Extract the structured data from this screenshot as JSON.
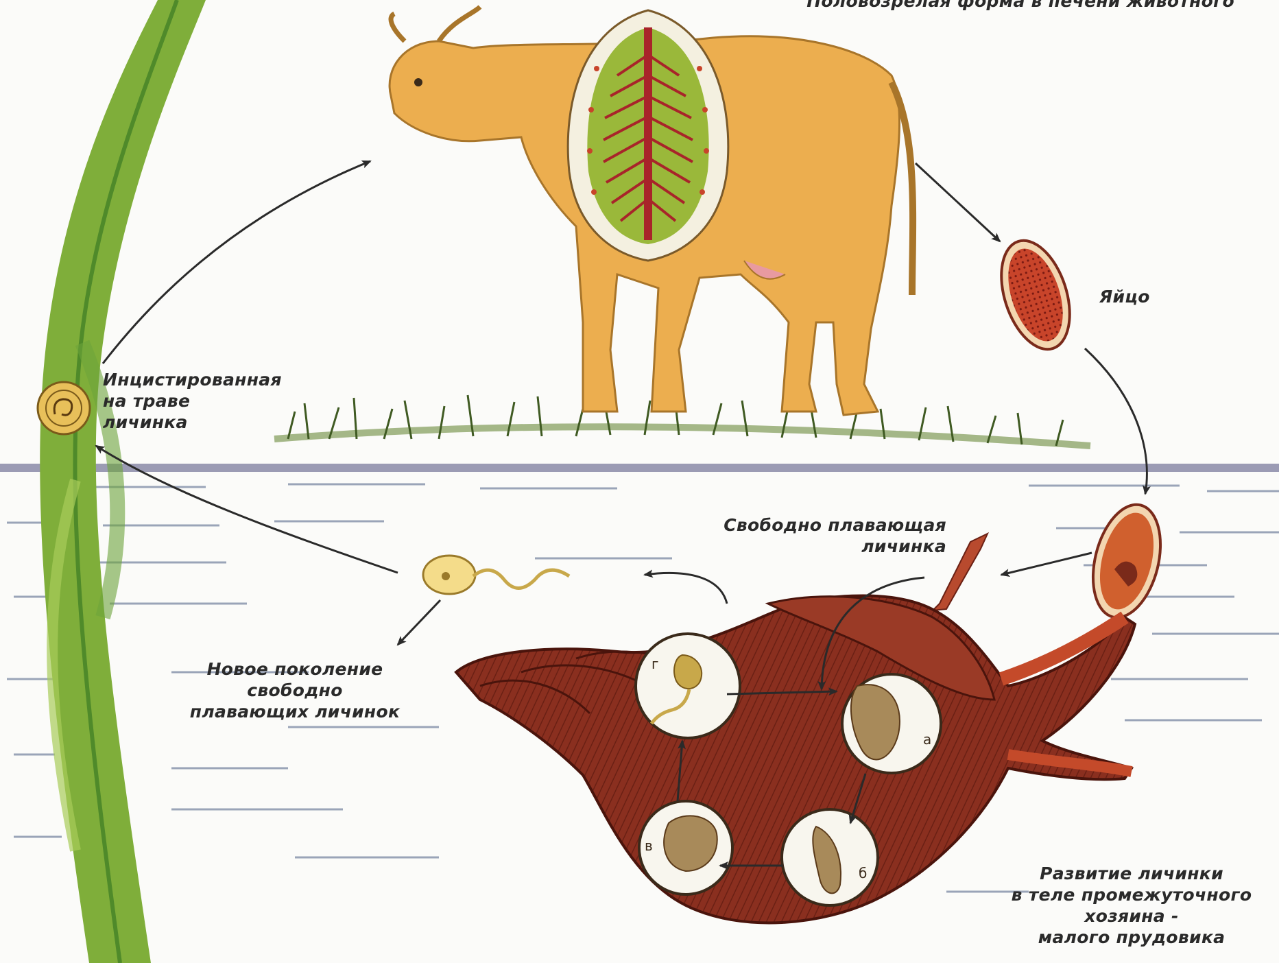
{
  "labels": {
    "adult_form": "Половозрелая форма в печени животного",
    "egg": "Яйцо",
    "encysted": [
      "Инцистированная",
      "на траве",
      "личинка"
    ],
    "free_swimming": [
      "Свободно плавающая",
      "личинка"
    ],
    "new_generation": [
      "Новое поколение",
      "свободно",
      "плавающих личинок"
    ],
    "development": [
      "Развитие личинки",
      "в теле промежуточного",
      "хозяина -",
      "малого прудовика"
    ]
  },
  "stage_letters": [
    "а",
    "б",
    "в",
    "г"
  ],
  "colors": {
    "background": "#fbfbf9",
    "cow": "#ecae4f",
    "cow_outline": "#a8752a",
    "liver_fluke_red": "#a8242a",
    "liver_fluke_green": "#9ab83a",
    "grass": "#7fae3a",
    "grass_stem": "#6ca33a",
    "water_surface": "#8a8aa8",
    "water_lines": "#9aa4b8",
    "snail": "#8a2f1f",
    "snail_light": "#b54a2e",
    "egg": "#c8442a",
    "arrow": "#2a2a2a"
  }
}
